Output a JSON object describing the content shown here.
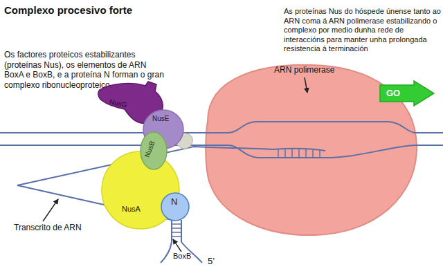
{
  "diagram": {
    "title": "Complexo procesivo forte",
    "nodes": [
      {
        "text": [
          "NusG"
        ]
      },
      {
        "text": [
          "NusE"
        ]
      },
      {
        "text": [
          "NusB"
        ]
      },
      {
        "text": [
          "NusA"
        ]
      },
      {
        "text": [
          "N"
        ]
      },
      {
        "text": [
          "GO"
        ]
      }
    ],
    "labels": [
      "Os factores proteicos estabilizantes (proteínas Nus), os elementos de ARN BoxA e BoxB, e a proteína N forman o gran complexo ribonucleoproteico",
      "As proteínas Nus do hóspede únense tanto ao ARN coma á ARN polimerase estabilizando o complexo por medio dunha rede de interaccións para manter unha prolongada resistencia á terminación",
      "ARN polimerase",
      "Transcrito de ARN",
      "BoxB",
      "5’"
    ]
  }
}
